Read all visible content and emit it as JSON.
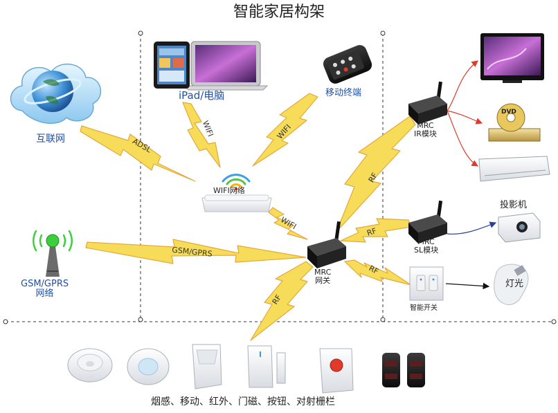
{
  "title": "智能家居构架",
  "nodes": {
    "internet": "互联网",
    "ipad_pc": "iPad/电脑",
    "mobile": "移动终端",
    "wifi_network": "WIFI网络",
    "gsm_network": "GSM/GPRS\n网络",
    "mrc_gateway": "MRC\n网关",
    "mrc_ir": "MRC\nIR模块",
    "mrc_sl": "MRC\nSL模块",
    "smart_switch": "智能开关",
    "projector": "投影机",
    "light": "灯光",
    "sensors": "烟感、移动、红外、门磁、按钮、对射栅栏"
  },
  "links": {
    "adsl": "ADSL",
    "wifi_pc": "WIFI",
    "wifi_mobile": "WIFI",
    "wifi_gateway": "WIFI",
    "gsm_gprs": "GSM/GPRS",
    "rf_ir": "RF",
    "rf_sl": "RF",
    "rf_switch": "RF",
    "rf_sensors": "RF"
  },
  "colors": {
    "bolt_fill": "#f7dc5a",
    "bolt_stroke": "#e3a83b",
    "label_blue": "#1f4fa8",
    "arrow_red": "#e23a2a",
    "arrow_blue": "#2b3f9e"
  }
}
